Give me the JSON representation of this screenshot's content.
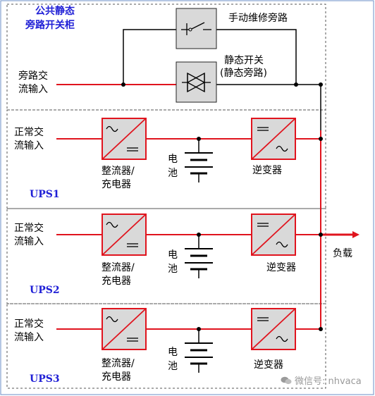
{
  "cabinet_title": [
    "公共静态",
    "旁路开关柜"
  ],
  "manual_bypass_label": "手动维修旁路",
  "static_switch_label": [
    "静态开关",
    "(静态旁路)"
  ],
  "bypass_input_label": [
    "旁路交",
    "流输入"
  ],
  "normal_input_label": [
    "正常交",
    "流输入"
  ],
  "rectifier_label": [
    "整流器/",
    "充电器"
  ],
  "battery_label": [
    "电",
    "池"
  ],
  "inverter_label": "逆变器",
  "load_label": "负载",
  "units": [
    "UPS1",
    "UPS2",
    "UPS3"
  ],
  "watermark": "微信号: nhvaca",
  "colors": {
    "power_line": "#e0141e",
    "wire": "#000000",
    "title_blue": "#1f1fd6",
    "box_fill": "#d9d9d9",
    "frame_dash": "#555555"
  }
}
